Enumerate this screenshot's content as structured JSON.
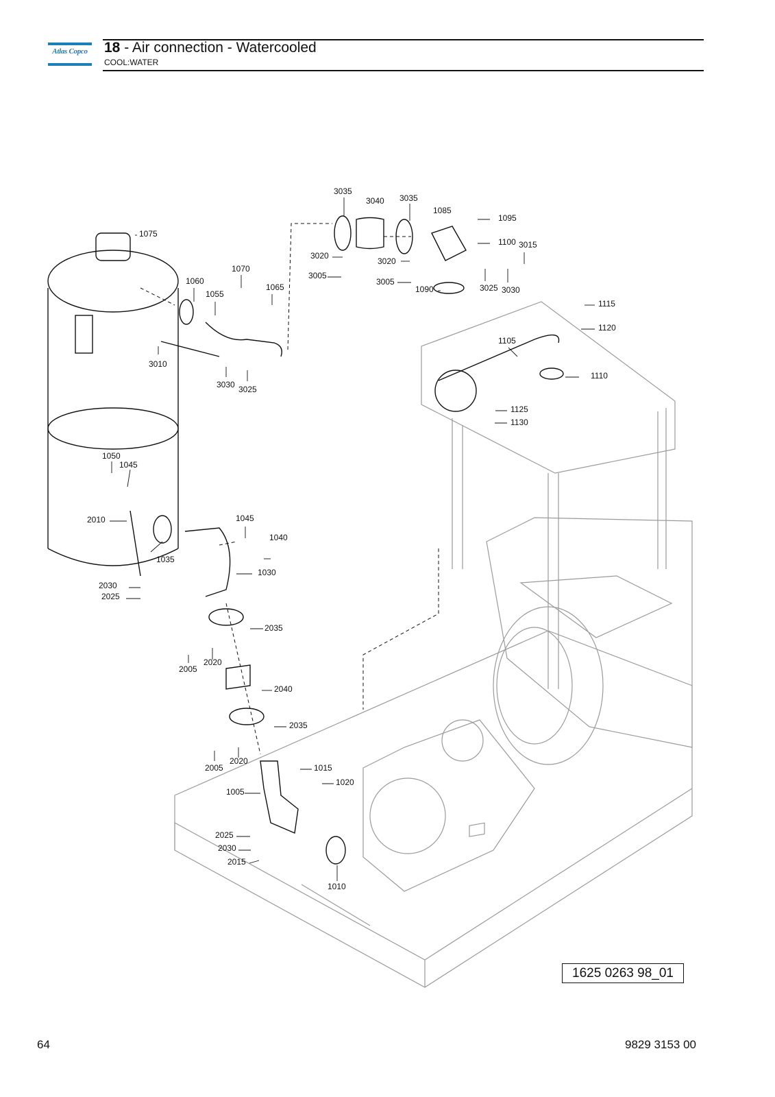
{
  "header": {
    "logo_text": "Atlas Copco",
    "section_number": "18",
    "section_separator": " - ",
    "section_title": "Air connection - Watercooled",
    "subtitle": "COOL:WATER"
  },
  "drawing": {
    "callouts": [
      "3035",
      "3040",
      "3035",
      "1085",
      "1095",
      "1100",
      "3015",
      "3020",
      "3020",
      "3005",
      "3005",
      "1090",
      "3025",
      "3030",
      "1075",
      "1070",
      "1060",
      "1055",
      "1065",
      "1115",
      "1120",
      "3010",
      "3030",
      "3025",
      "1105",
      "1110",
      "1125",
      "1130",
      "1050",
      "1045",
      "2010",
      "1045",
      "1040",
      "1035",
      "1030",
      "2030",
      "2025",
      "2035",
      "2005",
      "2020",
      "2040",
      "2035",
      "2005",
      "2020",
      "1015",
      "1020",
      "1005",
      "2025",
      "2030",
      "2015",
      "1010"
    ]
  },
  "figure_reference": "1625 0263 98_01",
  "footer": {
    "page_number": "64",
    "document_number": "9829 3153 00"
  },
  "colors": {
    "brand_blue": "#1c7fb8",
    "line": "#111111",
    "machine_line": "#9a9a9a"
  }
}
